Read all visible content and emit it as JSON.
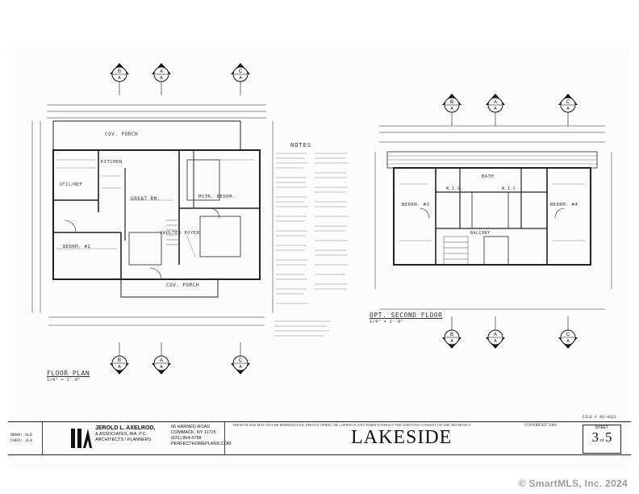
{
  "floor_plan": {
    "title": "FLOOR PLAN",
    "scale": "1/4\" = 1'-0\"",
    "rooms": [
      "COV. PORCH",
      "KITCHEN",
      "GREAT RM.",
      "MSTR. BEDRM.",
      "VAULTED FOYER",
      "BEDRM. #2",
      "COV. PORCH",
      "UTIL/REF"
    ]
  },
  "second_floor": {
    "title": "OPT. SECOND FLOOR",
    "scale": "1/4\" = 1'-0\"",
    "rooms": [
      "BEDRM. #3",
      "BEDRM. #4",
      "BATH",
      "W.I.C.",
      "W.I.C.",
      "BALCONY"
    ]
  },
  "notes": {
    "title": "NOTES"
  },
  "grid_markers": {
    "letters": [
      "B",
      "A",
      "C"
    ],
    "sub": "A"
  },
  "title_block": {
    "drawn_by": "DRWN: ALD",
    "checked_by": "CHKD: JLA",
    "firm_name": "JEROLD L. AXELROD,",
    "firm_assoc": "& ASSOCIATES, AIA, P.C.",
    "firm_role": "ARCHITECTS / PLANNERS",
    "address_1": "66 HARNED ROAD",
    "address_2": "COMMACK, NY 11725",
    "phone": "(631) 864-5788",
    "website": "PERFECTHOMEPLANS.COM",
    "notice": "THESE PLANS MAY NOT BE REPRODUCED, PHOTOCOPIED, OR COPIED IN ANY FORM WITHOUT THE WRITTEN CONSENT OF THE ARCHITECT",
    "project_name": "LAKESIDE",
    "copyright": "COPYRIGHT 2004",
    "file_no": "FILE # AX-4311",
    "sheet_label": "SHEET",
    "sheet_number": "3",
    "sheet_total": "5"
  },
  "watermark": "© SmartMLS, Inc.  2024"
}
